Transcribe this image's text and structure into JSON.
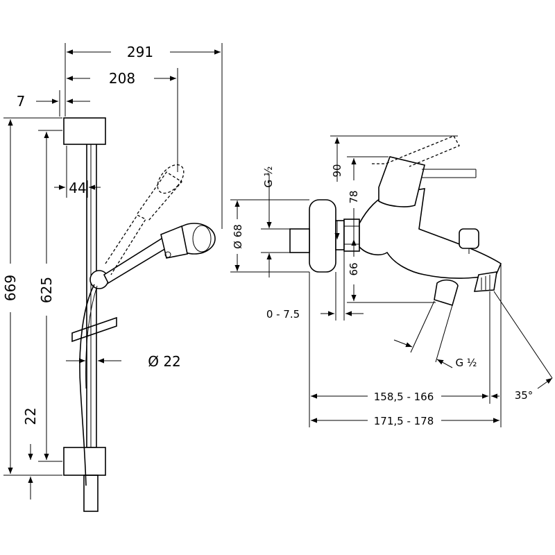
{
  "rail_dims": {
    "overall_width": "291",
    "handshower_width": "208",
    "offset": "7",
    "holder_width": "44",
    "rail_height": "669",
    "holder_spacing": "625",
    "bottom_offset": "22",
    "rail_diameter": "Ø 22"
  },
  "mixer_dims": {
    "height_top": "90",
    "height_lever": "78",
    "height_bottom": "66",
    "rosette_diameter": "Ø 68",
    "inlet_thread": "G ½",
    "wall_adjust": "0 - 7.5",
    "outlet_thread": "G ½",
    "projection_short": "158,5 - 166",
    "projection_long": "171,5 - 178",
    "spout_angle": "35°"
  }
}
